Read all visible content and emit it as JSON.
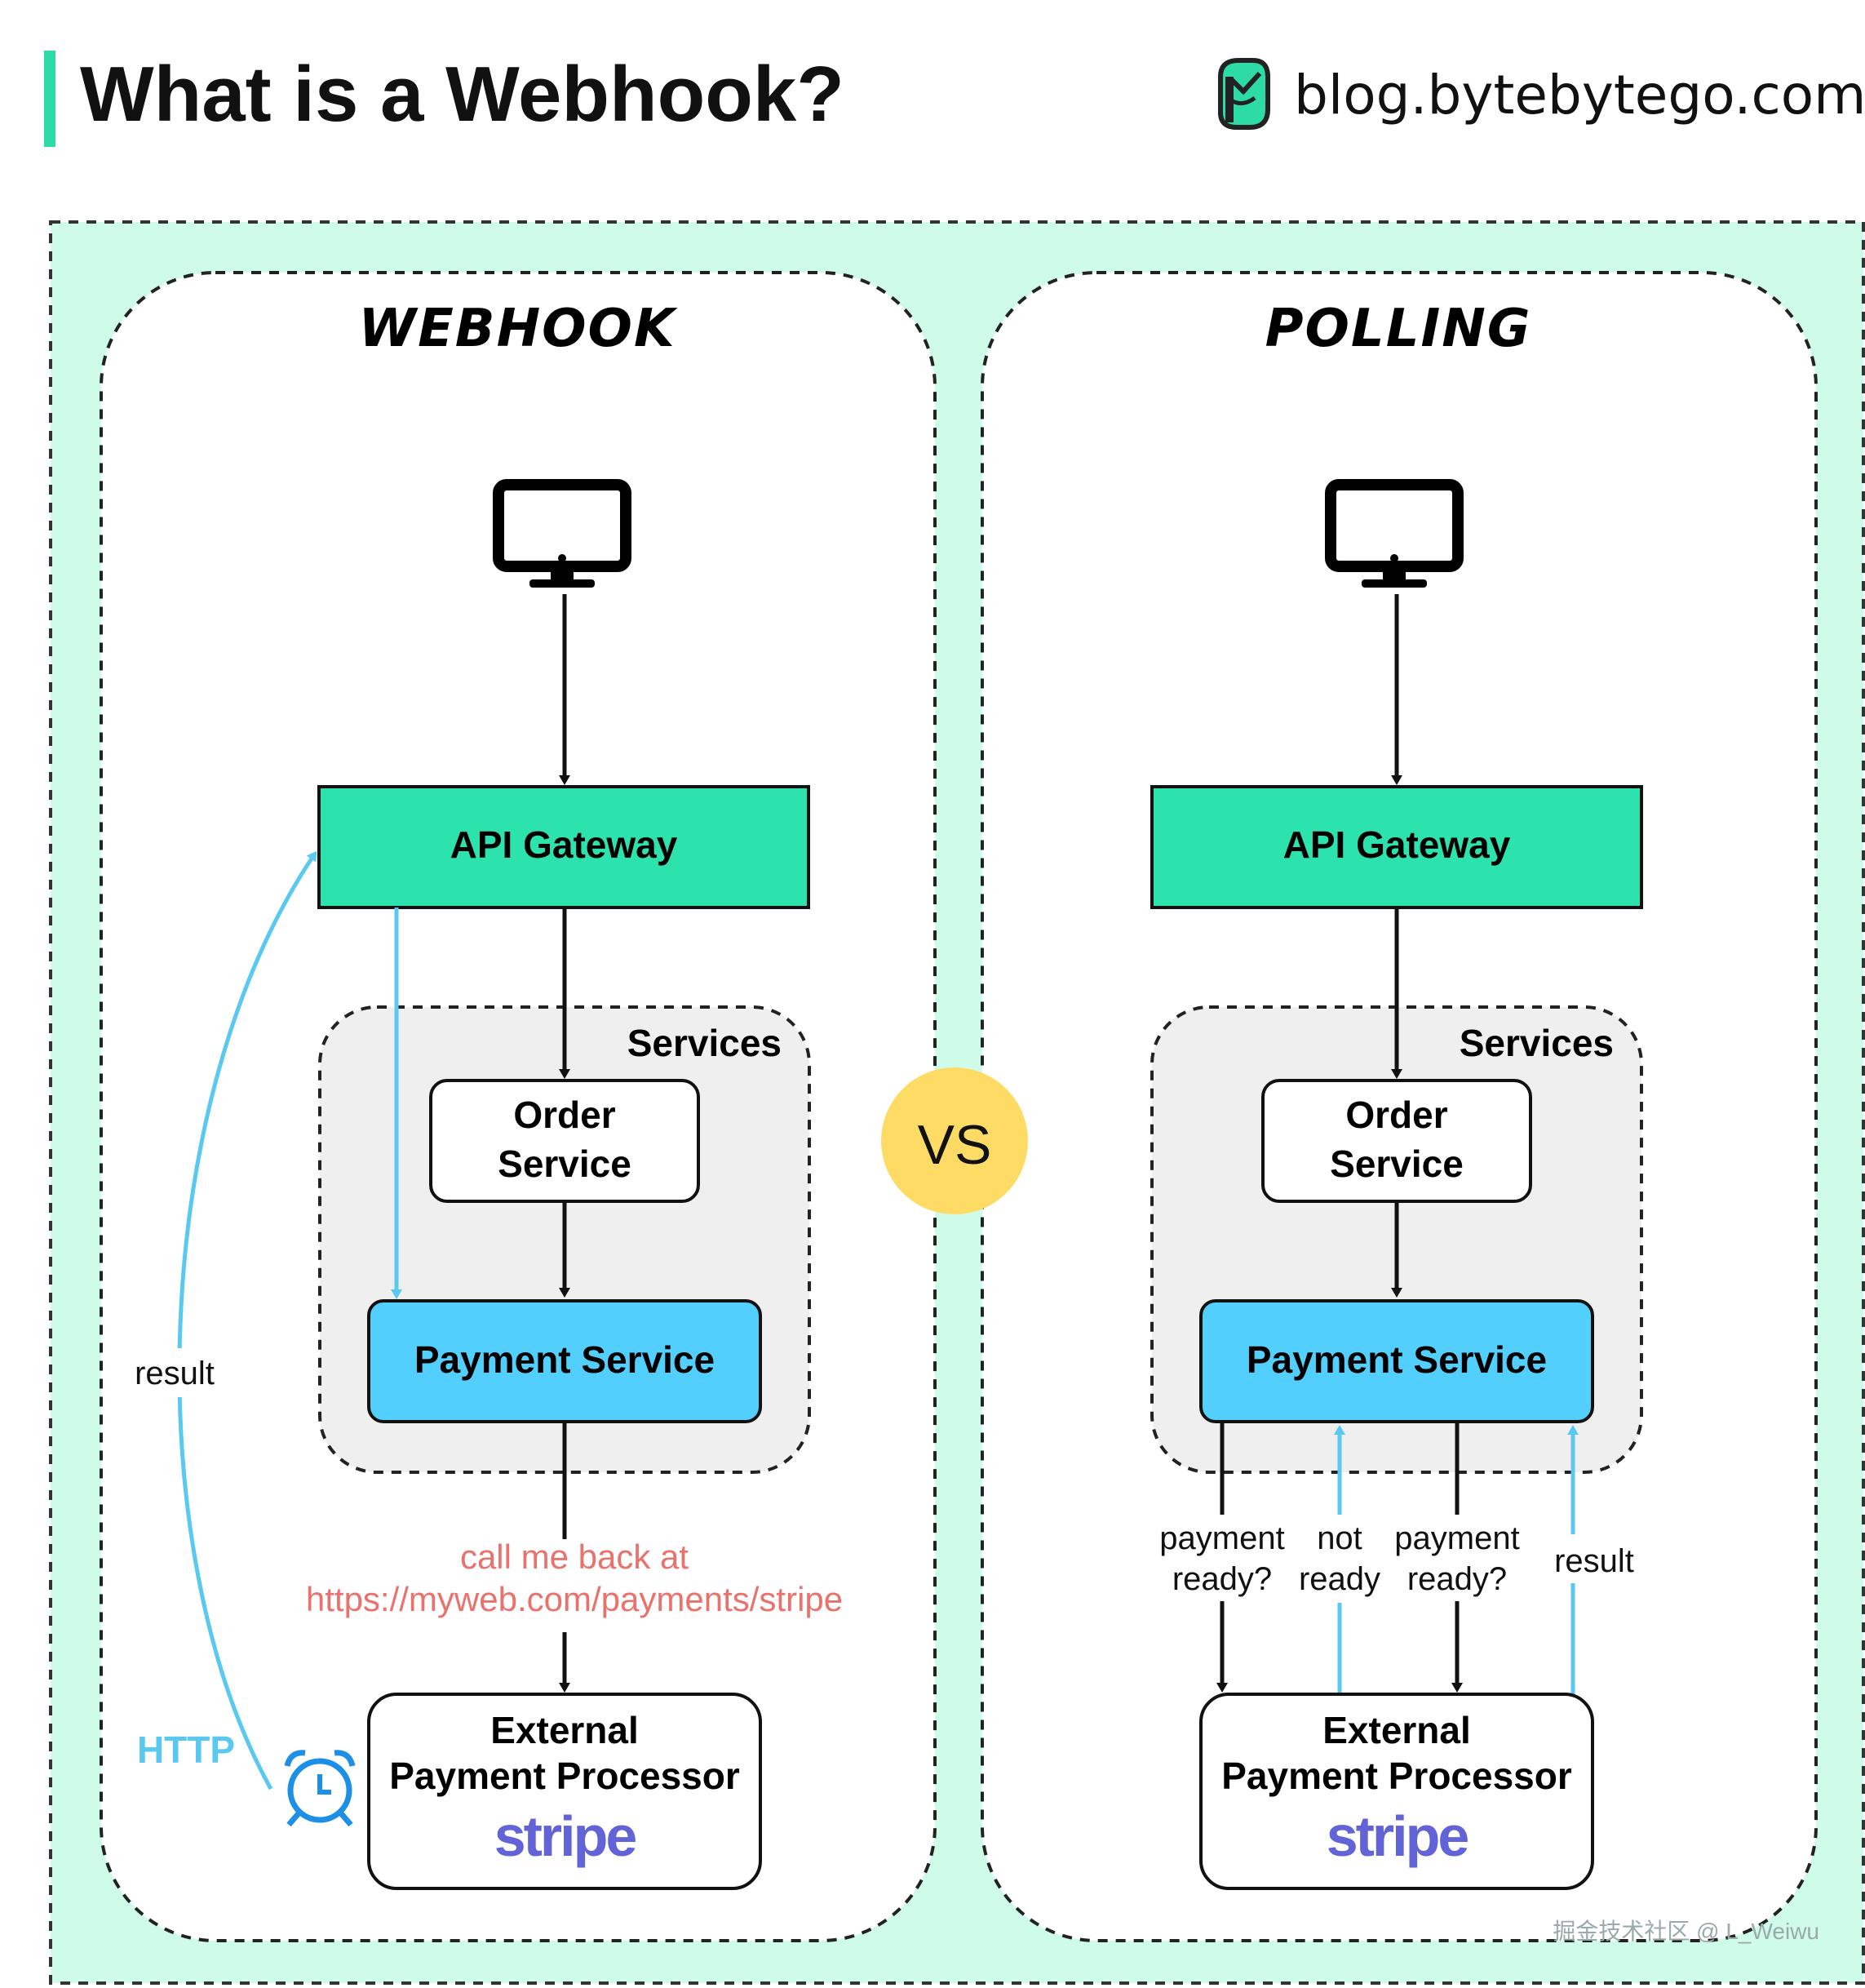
{
  "header": {
    "title": "What is a Webhook?",
    "brand_text": "blog.bytebytego.com",
    "accent_color": "#2ddba6"
  },
  "colors": {
    "background_outer": "#cffbe9",
    "api_gateway": "#2ce2ad",
    "payment_service": "#52cffd",
    "services_group": "#efefef",
    "vs_badge": "#fedb65",
    "callback_text": "#e9726d",
    "http_arrow": "#5ac9f1",
    "stripe": "#6163d6"
  },
  "vs_label": "VS",
  "webhook_panel": {
    "title": "WEBHOOK",
    "client_icon": "monitor-icon",
    "api_gateway_label": "API Gateway",
    "services_label": "Services",
    "order_service_label": [
      "Order",
      "Service"
    ],
    "payment_service_label": "Payment Service",
    "callback_text": [
      "call me back at",
      "https://myweb.com/payments/stripe"
    ],
    "external_label": [
      "External",
      "Payment Processor"
    ],
    "stripe_label": "stripe",
    "result_label": "result",
    "http_label": "HTTP",
    "alarm_icon": "alarm-clock-icon"
  },
  "polling_panel": {
    "title": "POLLING",
    "client_icon": "monitor-icon",
    "api_gateway_label": "API Gateway",
    "services_label": "Services",
    "order_service_label": [
      "Order",
      "Service"
    ],
    "payment_service_label": "Payment Service",
    "arrow_labels": [
      [
        "payment",
        "ready?"
      ],
      [
        "not",
        "ready"
      ],
      [
        "payment",
        "ready?"
      ],
      [
        "result"
      ]
    ],
    "external_label": [
      "External",
      "Payment Processor"
    ],
    "stripe_label": "stripe"
  },
  "brand_icon": "bytebytego-logo-icon",
  "watermark": "掘金技术社区 @ L_Weiwu"
}
